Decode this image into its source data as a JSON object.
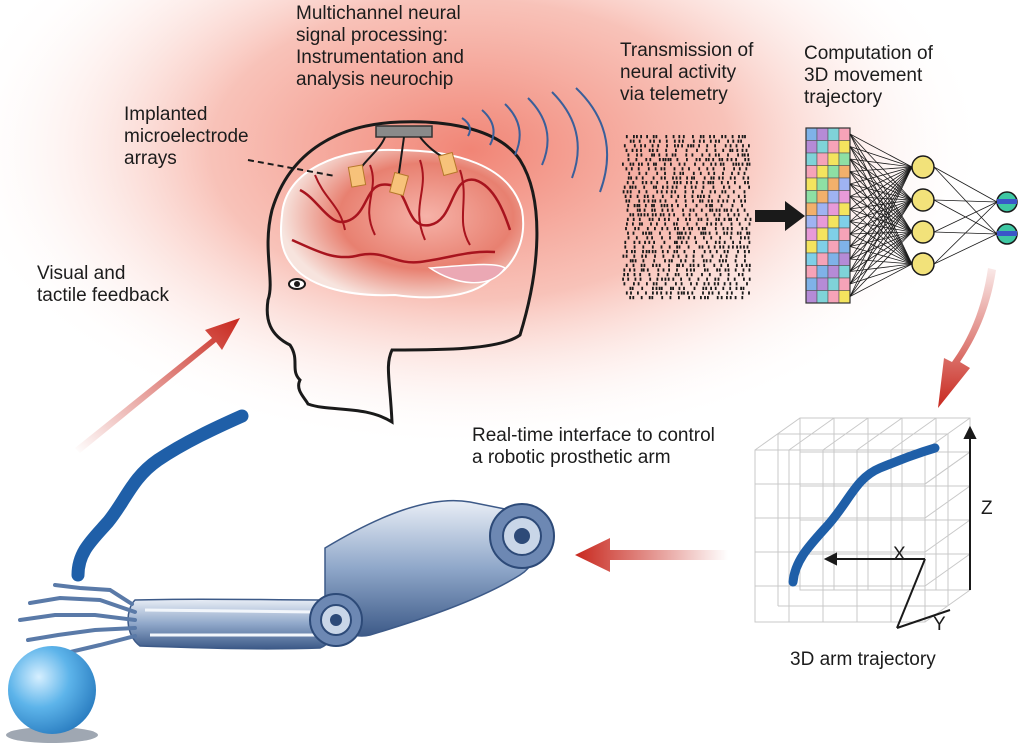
{
  "labels": {
    "multichannel": [
      "Multichannel neural",
      "signal processing:",
      "Instrumentation and",
      "analysis neurochip"
    ],
    "implanted": [
      "Implanted",
      "microelectrode",
      "arrays"
    ],
    "transmission": [
      "Transmission of",
      "neural activity",
      "via telemetry"
    ],
    "computation": [
      "Computation of",
      "3D movement",
      "trajectory"
    ],
    "visual": [
      "Visual and",
      "tactile feedback"
    ],
    "realtime": [
      "Real-time interface to control",
      "a robotic prosthetic arm"
    ],
    "trajectory": "3D arm trajectory"
  },
  "axes": {
    "x": "X",
    "y": "Y",
    "z": "Z"
  },
  "colors": {
    "glow": "#f07e6e",
    "arrow_red": "#c8281e",
    "trajectory_blue": "#1f5fa8",
    "brain_red": "#a8141e",
    "ball_blue": "#4aa3e0",
    "prosthetic_blue": "#4f6f9e"
  },
  "grid_colors": [
    "#7fb2e8",
    "#b58bd6",
    "#7fd3d8",
    "#f6a3b8",
    "#f4e45e",
    "#8ee0a4",
    "#f2b06b",
    "#9fb3f2",
    "#e89ad8",
    "#f4e45e",
    "#7fcfe8",
    "#f6a3b8"
  ]
}
